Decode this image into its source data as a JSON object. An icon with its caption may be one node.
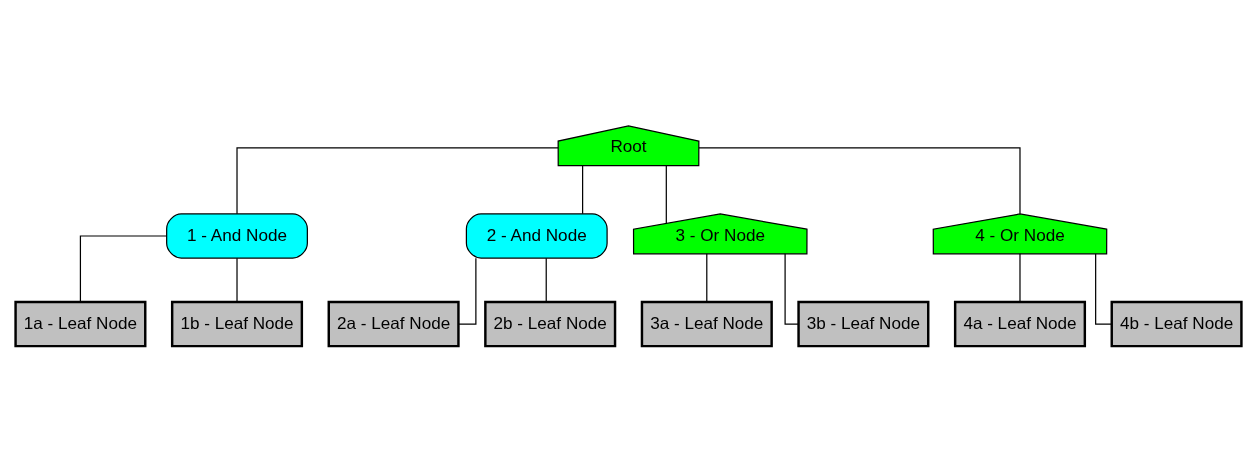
{
  "diagram": {
    "nodes": [
      {
        "text": [
          "Root"
        ]
      },
      {
        "text": [
          "1 - And Node"
        ]
      },
      {
        "text": [
          "2 - And Node"
        ]
      },
      {
        "text": [
          "3 - Or Node"
        ]
      },
      {
        "text": [
          "4 - Or Node"
        ]
      },
      {
        "text": [
          "1a - Leaf Node"
        ]
      },
      {
        "text": [
          "1b - Leaf Node"
        ]
      },
      {
        "text": [
          "2a - Leaf Node"
        ]
      },
      {
        "text": [
          "2b - Leaf Node"
        ]
      },
      {
        "text": [
          "3a - Leaf Node"
        ]
      },
      {
        "text": [
          "3b - Leaf Node"
        ]
      },
      {
        "text": [
          "4a - Leaf Node"
        ]
      },
      {
        "text": [
          "4b - Leaf Node"
        ]
      }
    ],
    "edges": [
      {
        "from": 0,
        "to": 1,
        "arrow": "none"
      },
      {
        "from": 0,
        "to": 2,
        "arrow": "none"
      },
      {
        "from": 0,
        "to": 3,
        "arrow": "none"
      },
      {
        "from": 0,
        "to": 4,
        "arrow": "none"
      },
      {
        "from": 1,
        "to": 5,
        "arrow": "none"
      },
      {
        "from": 1,
        "to": 6,
        "arrow": "none"
      },
      {
        "from": 2,
        "to": 7,
        "arrow": "none"
      },
      {
        "from": 2,
        "to": 8,
        "arrow": "none"
      },
      {
        "from": 3,
        "to": 9,
        "arrow": "none"
      },
      {
        "from": 3,
        "to": 10,
        "arrow": "none"
      },
      {
        "from": 4,
        "to": 11,
        "arrow": "none"
      },
      {
        "from": 4,
        "to": 12,
        "arrow": "none"
      }
    ]
  }
}
